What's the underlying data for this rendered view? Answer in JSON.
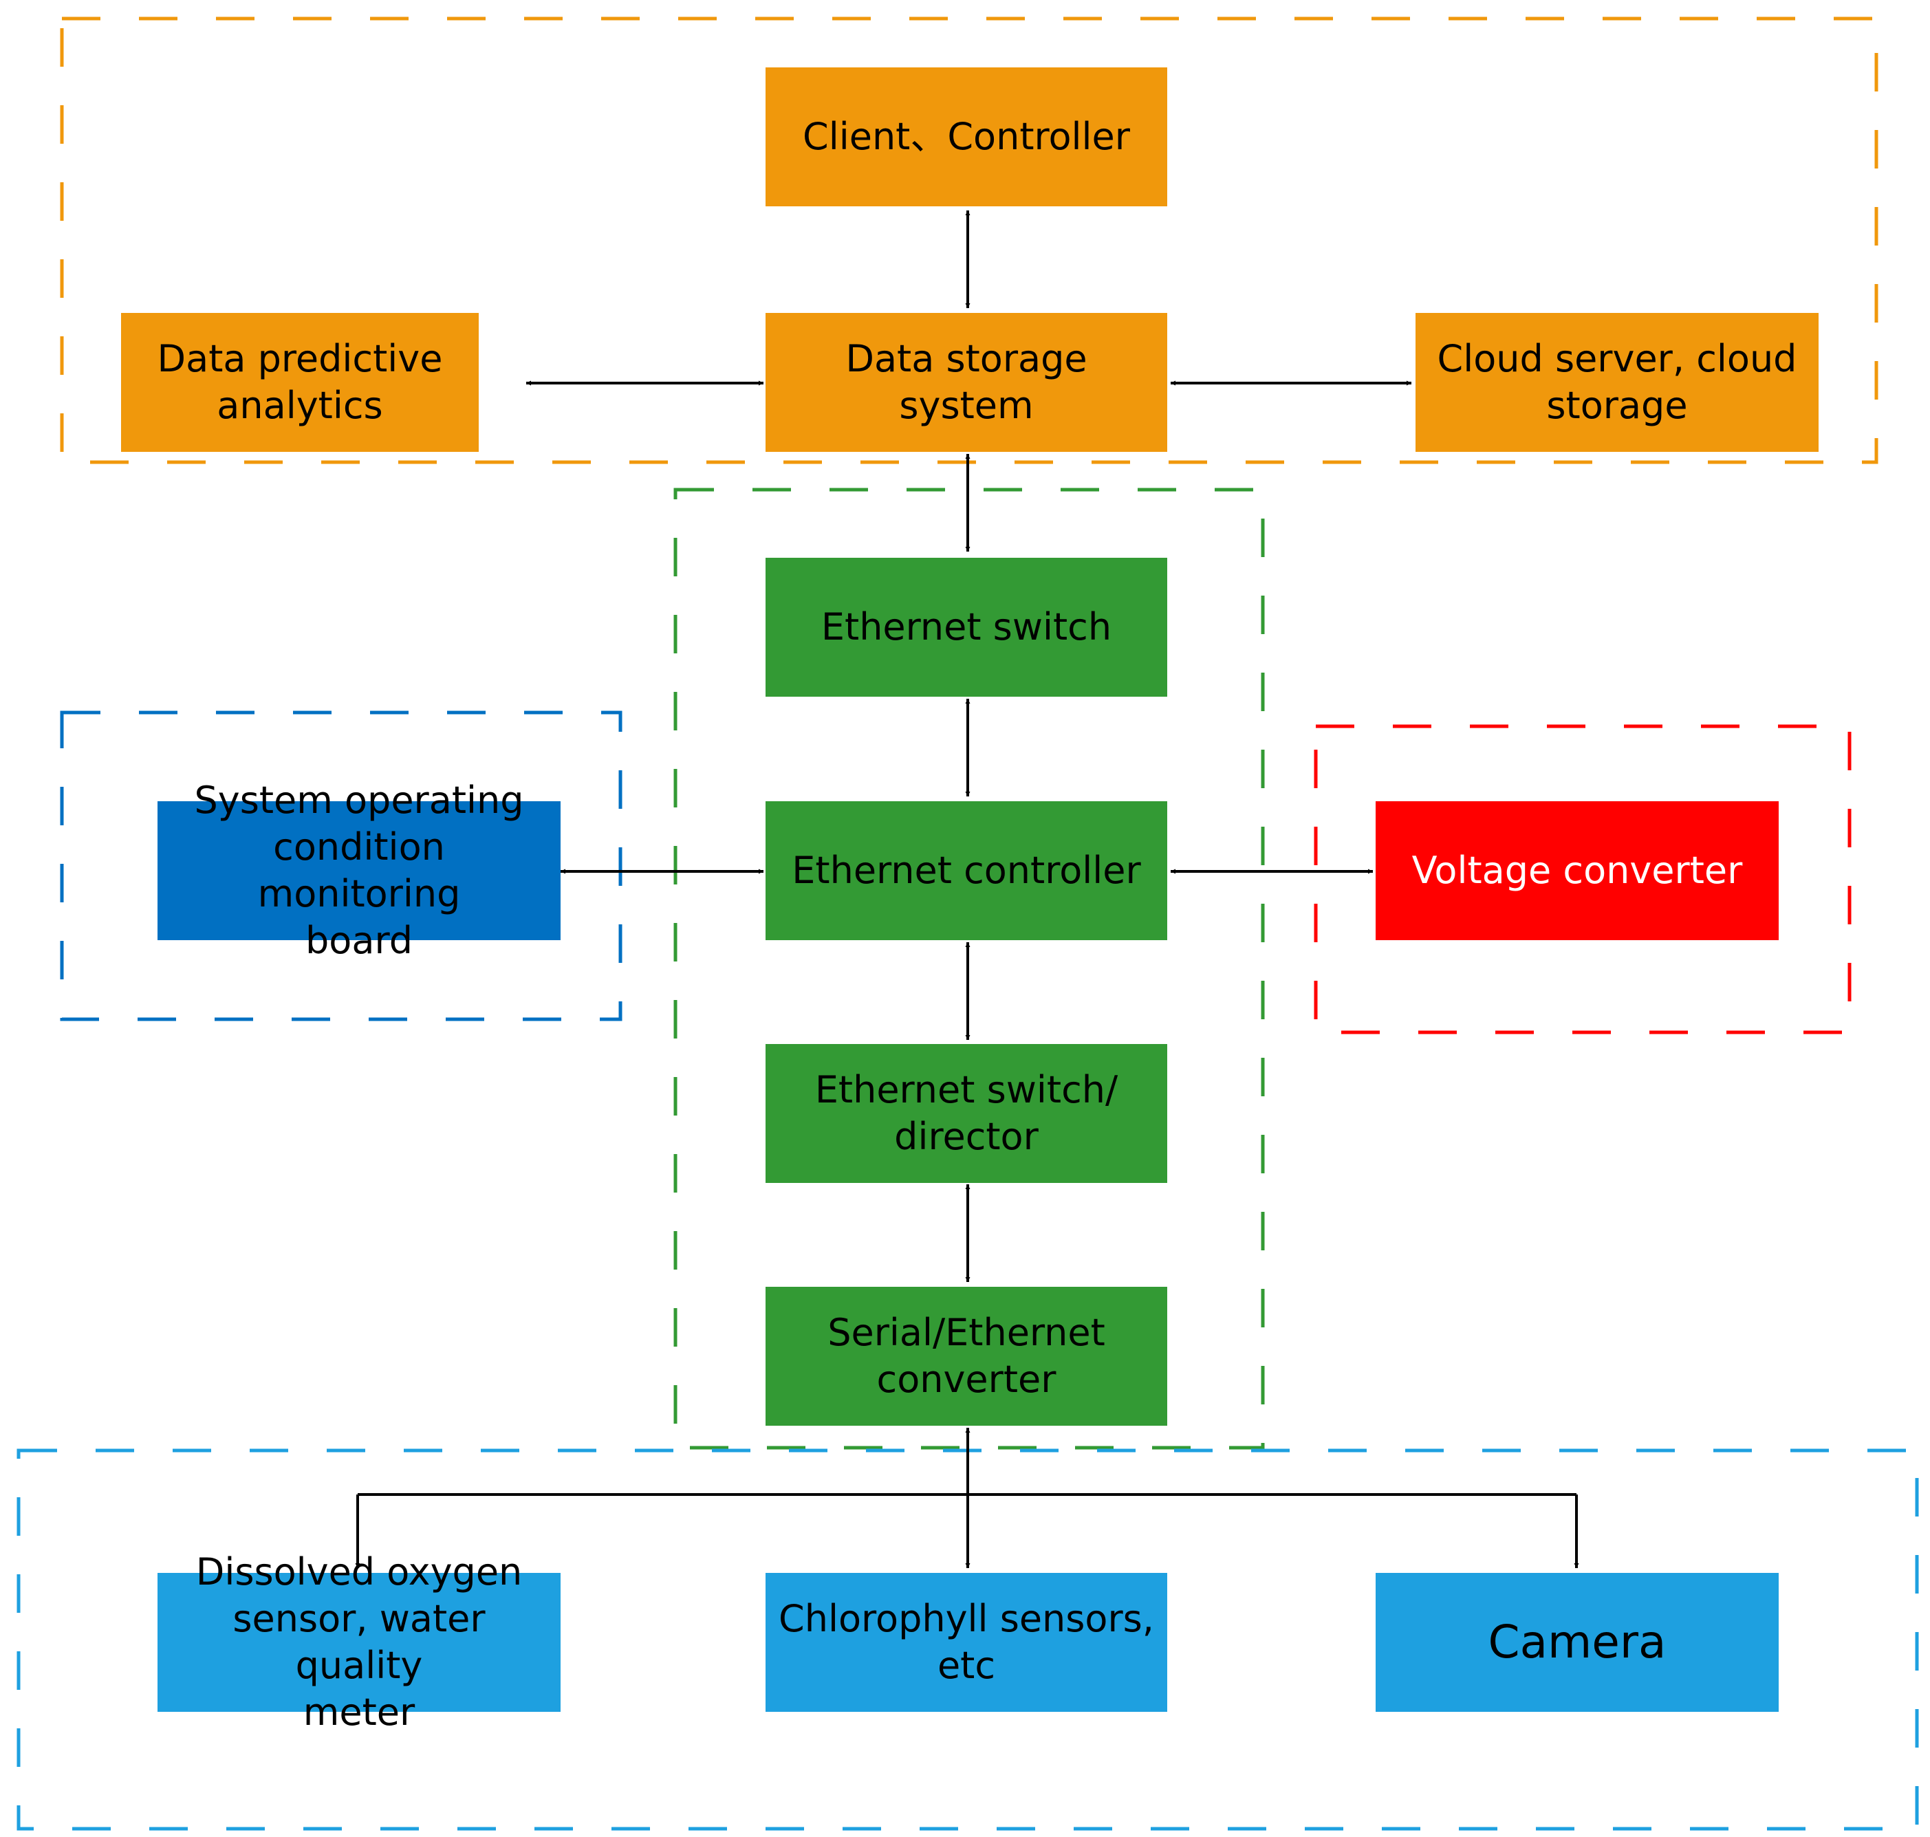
{
  "colors": {
    "orange": "#F0980C",
    "green": "#339A34",
    "dark_blue": "#0170C2",
    "red": "#FF0000",
    "light_blue": "#1EA0E0",
    "group_orange": "#F0980C",
    "group_green": "#339A34",
    "group_dark_blue": "#0170C2",
    "group_red": "#FF0000",
    "group_light_blue": "#1EA0E0",
    "connector": "#000000"
  },
  "nodes": {
    "client_controller": "Client、Controller",
    "data_predictive_analytics": "Data predictive\nanalytics",
    "data_storage_system": "Data storage system",
    "cloud_server": "Cloud server, cloud\nstorage",
    "ethernet_switch": "Ethernet switch",
    "system_monitoring_board": "System operating\ncondition monitoring\nboard",
    "ethernet_controller": "Ethernet controller",
    "voltage_converter": "Voltage converter",
    "ethernet_switch_director": "Ethernet switch/\ndirector",
    "serial_ethernet_converter": "Serial/Ethernet\nconverter",
    "dissolved_oxygen_sensor": "Dissolved oxygen\nsensor, water quality\nmeter",
    "chlorophyll_sensors": "Chlorophyll sensors,\netc",
    "camera": "Camera"
  }
}
